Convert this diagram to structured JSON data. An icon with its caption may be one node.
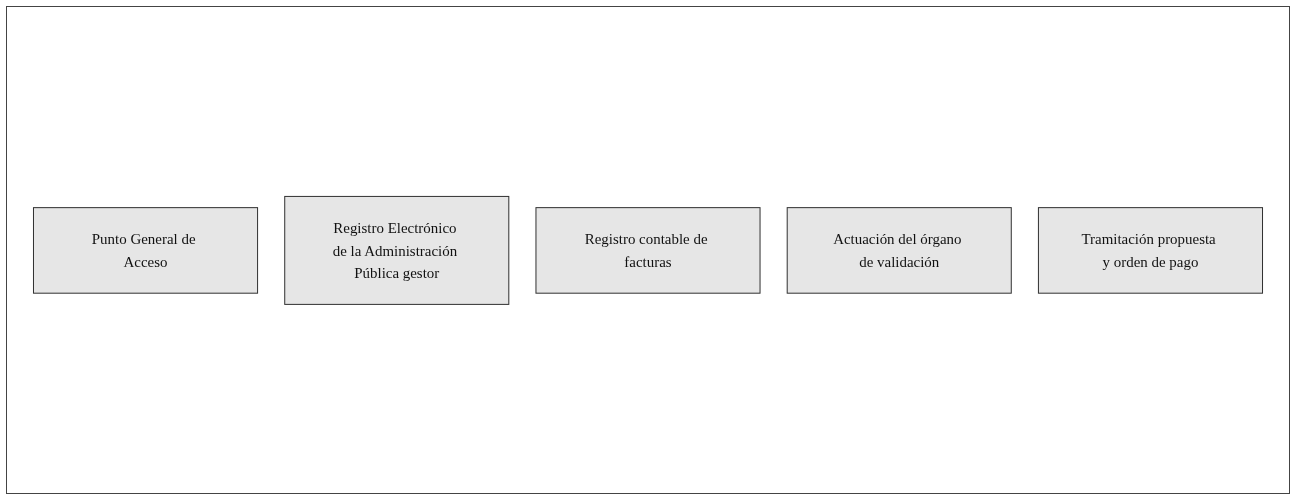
{
  "diagram": {
    "nodes": [
      {
        "text": [
          "Punto General de Acceso"
        ]
      },
      {
        "text": [
          "Registro Electrónico de la Administración Pública gestor"
        ]
      },
      {
        "text": [
          "Registro contable de facturas"
        ]
      },
      {
        "text": [
          "Actuación del órgano de validación"
        ]
      },
      {
        "text": [
          "Tramitación propuesta y orden de pago"
        ]
      }
    ]
  }
}
